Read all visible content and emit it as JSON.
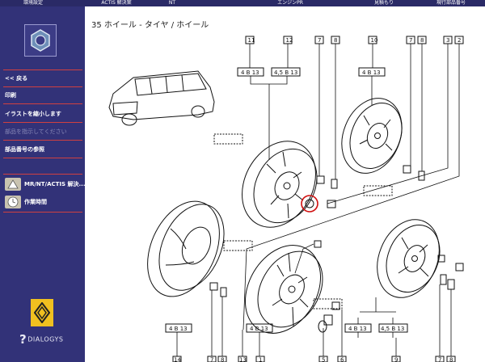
{
  "topbar": {
    "items": [
      "環境設定",
      "ACTIS 解決案",
      "NT",
      "エンジンPR",
      "見積もり",
      "現行部品番号"
    ]
  },
  "sidebar": {
    "back": "<< 戻る",
    "print": "印刷",
    "shrink_illustration": "イラストを縮小します",
    "show_part": "部品を指示してください",
    "part_number_ref": "部品番号の参照",
    "mr_nt_actis": "MR/NT/ACTIS 解決...",
    "labor_time": "作業時間",
    "brand": "DIALOGYS"
  },
  "main": {
    "title": "35 ホイール - タイヤ / ホイール"
  },
  "diagram": {
    "top_refs": [
      "11",
      "12",
      "7",
      "8",
      "10",
      "7",
      "8",
      "3",
      "2"
    ],
    "top_sizes": [
      "4 B 13",
      "4,5 B 13",
      "4 B 13"
    ],
    "bottom_refs": [
      "14",
      "7",
      "8",
      "13",
      "1",
      "5",
      "6",
      "7",
      "8",
      "9"
    ],
    "bottom_sizes": [
      "4 B 13",
      "4 B 13",
      "4 B 13",
      "4,5 B 13"
    ]
  }
}
